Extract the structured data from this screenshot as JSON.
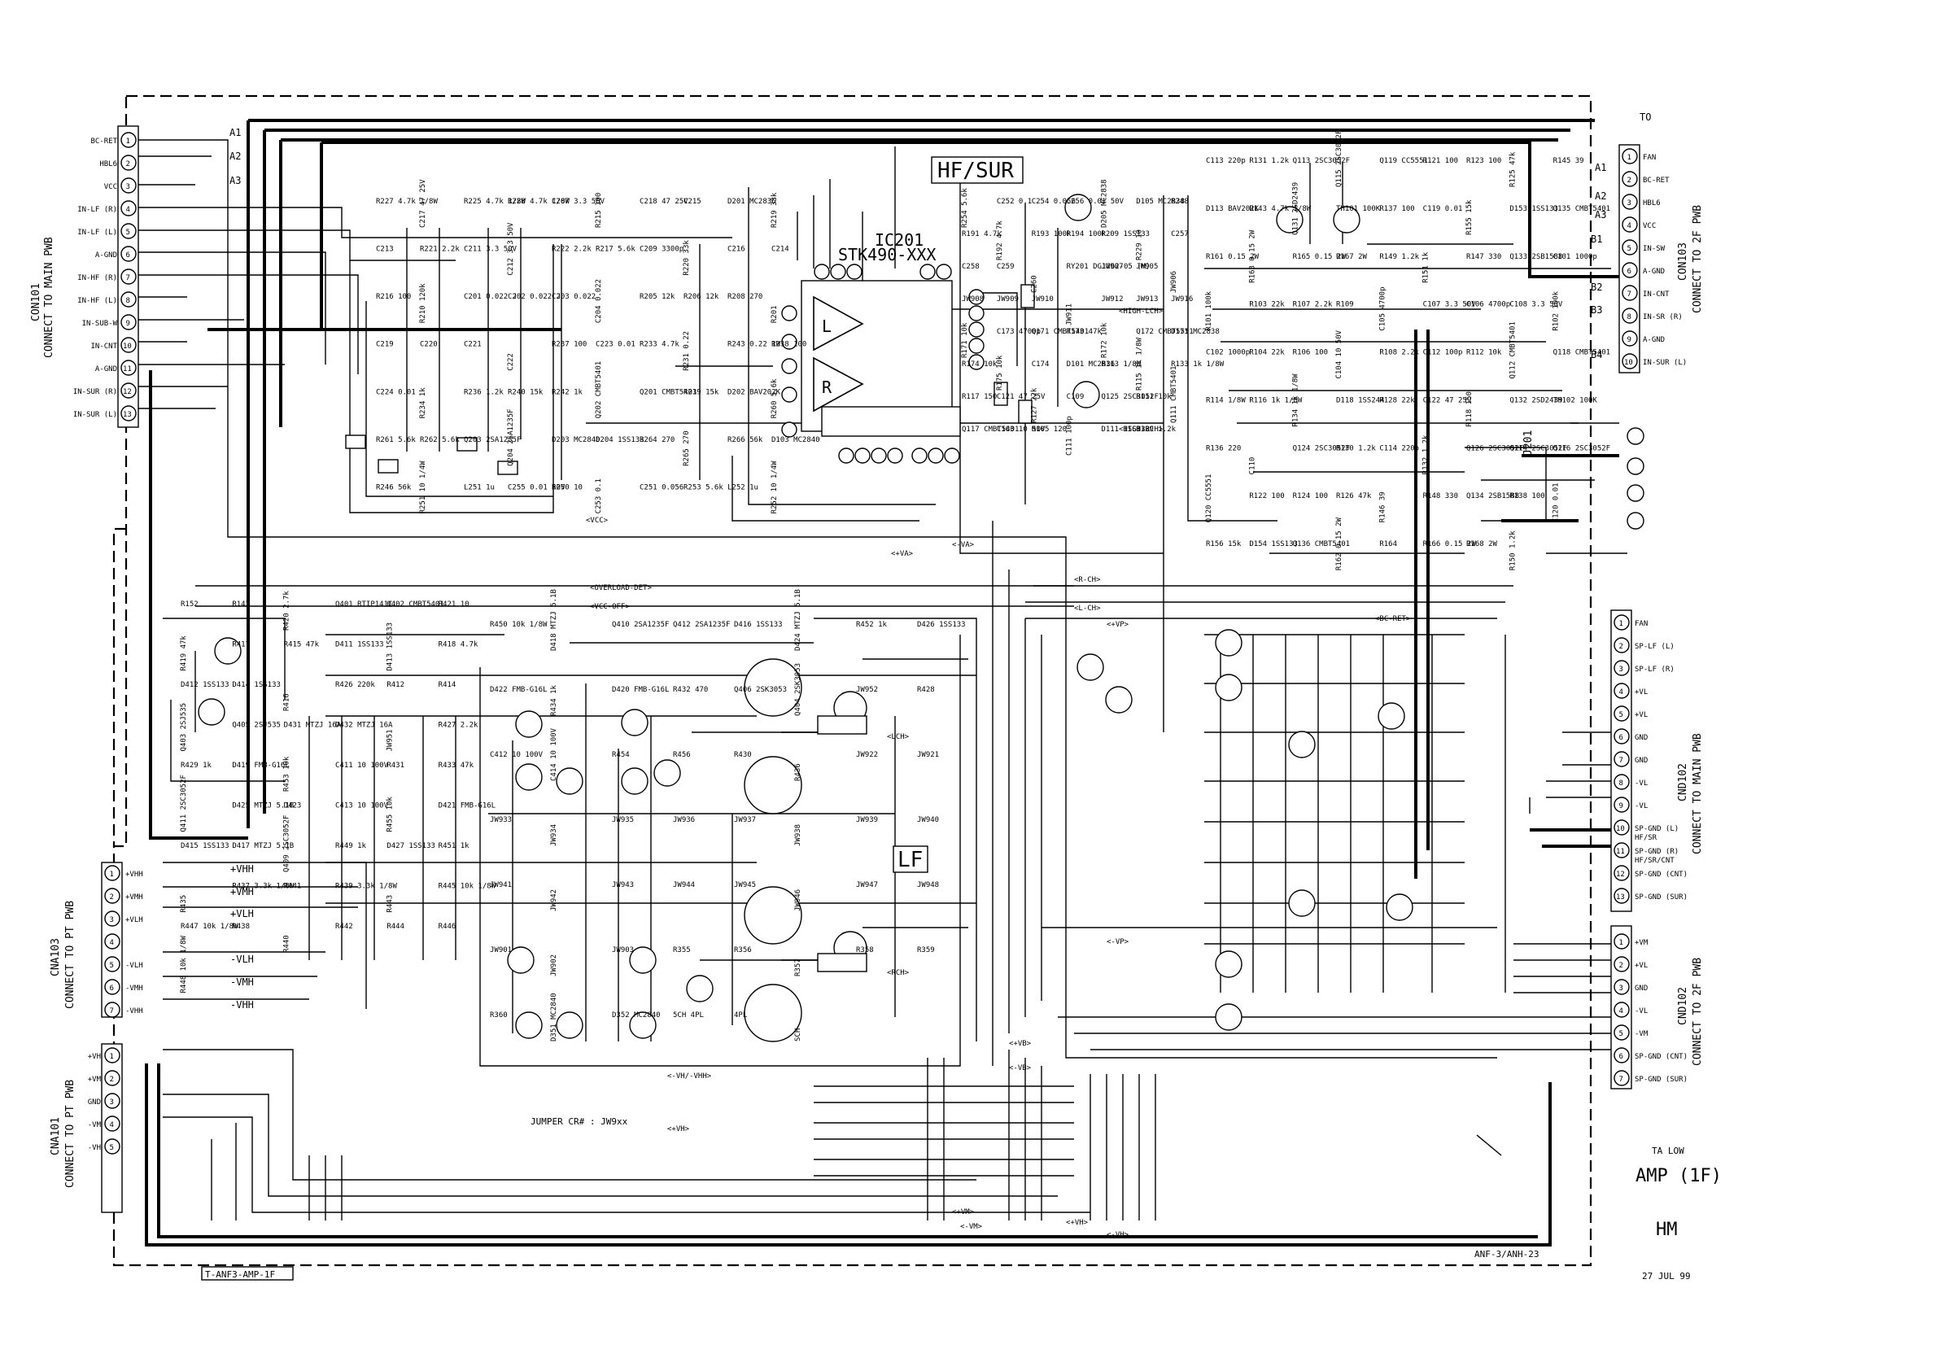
{
  "connectors": {
    "cnd101": {
      "title": "CON101",
      "subtitle": "CONNECT TO MAIN PWB",
      "pins": [
        "BC-RET",
        "HBL6",
        "VCC",
        "IN-LF (R)",
        "IN-LF (L)",
        "A-GND",
        "IN-HF (R)",
        "IN-HF (L)",
        "IN-SUB-W",
        "IN-CNT",
        "A-GND",
        "IN-SUR (R)",
        "IN-SUR (L)"
      ]
    },
    "cnd103_top": {
      "title": "CON103",
      "subtitle": "CONNECT TO 2F PWB",
      "pins": [
        "FAN",
        "BC-RET",
        "HBL6",
        "VCC",
        "IN-SW",
        "A-GND",
        "IN-CNT",
        "IN-SR (R)",
        "A-GND",
        "IN-SUR (L)"
      ]
    },
    "cnd102_mid": {
      "title": "CND102",
      "subtitle": "CONNECT TO MAIN PWB",
      "pins": [
        "FAN",
        "SP-LF (L)",
        "SP-LF (R)",
        "+VL",
        "+VL",
        "GND",
        "GND",
        "-VL",
        "-VL",
        "SP-GND (L)\nHF/SR",
        "SP-GND (R)\nHF/SR/CNT",
        "SP-GND (CNT)",
        "SP-GND (SUR)"
      ]
    },
    "cnd102_low": {
      "title": "CND102",
      "subtitle": "CONNECT TO 2F PWB",
      "pins": [
        "+VM",
        "+VL",
        "GND",
        "-VL",
        "-VM",
        "SP-GND (CNT)",
        "SP-GND (SUR)"
      ]
    },
    "cna103": {
      "title": "CNA103",
      "subtitle": "CONNECT TO PT PWB",
      "pins": [
        "+VHH",
        "+VMH",
        "+VLH",
        "",
        "-VLH",
        "-VMH",
        "-VHH"
      ]
    },
    "cna101": {
      "title": "CNA101",
      "subtitle": "CONNECT TO PT PWB",
      "pins": [
        "+VH",
        "+VM",
        "GND",
        "-VM",
        "-VH"
      ]
    }
  },
  "blocks": {
    "hf_sur": "HF/SUR",
    "lf": "LF",
    "ic201": "IC201",
    "ic201_part": "STK490-XXX",
    "j201": "J201",
    "jumper_note": "JUMPER CR#  :  JW9xx",
    "footer_id": "T-ANF3-AMP-1F",
    "to_label": "TO"
  },
  "rails": {
    "top_net_labels": [
      "A1",
      "A2",
      "A3",
      "A1",
      "A2",
      "A3",
      "B1",
      "B2",
      "B3",
      "B4"
    ],
    "pt_labels": [
      "+VHH",
      "+VMH",
      "+VLH",
      "-VLH",
      "-VMH",
      "-VHH"
    ],
    "bus_labels": [
      "<VCC>",
      "<OVERLOAD-DET>",
      "<VCC-OFF>",
      "<R-CH>",
      "<L-CH>",
      "<BC-RET>",
      "<HIGH-LCH>",
      "<HIGH-RCH>",
      "<+VA>",
      "<-VA>",
      "<+VB>",
      "<-VB>",
      "<+VM>",
      "<-VM>",
      "<+VH>",
      "<-VH>",
      "<-VH/-VHH>",
      "<+VH>",
      "<LCH>",
      "<RCH>",
      "<+VP>",
      "<-VP>"
    ]
  },
  "parts": [
    "R227 4.7k 1/8W",
    "C217 47 25V",
    "R225 4.7k 1/8W",
    "R228 4.7k 1/8W",
    "C207 3.3 50V",
    "R215 100",
    "C218 47 25V",
    "C215",
    "D201 MC2836",
    "R219 33k",
    "C213",
    "R221 2.2k",
    "C211 3.3 50V",
    "C212 3.3 50V",
    "R222 2.2k",
    "R217 5.6k",
    "C209 3300p",
    "R220 33k",
    "C216",
    "C214",
    "R216 100",
    "R210 120k",
    "C201 0.022 J",
    "C202 0.022 J",
    "C203 0.022",
    "C204 0.022",
    "R205 12k",
    "R206 12k",
    "R208 270",
    "R201",
    "C219",
    "C220",
    "C221",
    "C222",
    "R237 100",
    "C223 0.01",
    "R233 4.7k",
    "R231 0.22",
    "R243 0.22 1W",
    "R238 100",
    "C224 0.01",
    "R234 1k",
    "R236 1.2k",
    "R240 15k",
    "R242 1k",
    "Q202 CMBT5401",
    "Q201 CMBT5401",
    "R239 15k",
    "D202 BAV202K",
    "R260 5.6k",
    "R261 5.6k",
    "R262 5.6k",
    "Q203 2SA1235F",
    "Q204 2SA1235F",
    "D203 MC2840",
    "D204 1SS133",
    "R264 270",
    "R265 270",
    "R266 56k",
    "D103 MC2840",
    "R246 56k",
    "R251 10 1/4W",
    "L251 1u",
    "C255 0.01 50V",
    "R250 10",
    "C253 0.1",
    "C251 0.056",
    "R253 5.6k",
    "L252 1u",
    "R252 10 1/4W",
    "R254 5.6k",
    "C252 0.1",
    "C254 0.056",
    "C256 0.01 50V",
    "D205 MC2838",
    "D105 MC2838",
    "R248",
    "R191 4.7k",
    "R192 4.7k",
    "R193 100k",
    "R194 100k",
    "R209 1SS133",
    "R229 10",
    "C257",
    "C258",
    "C259",
    "C260",
    "RY201 DG1262-05 (M)",
    "JW907",
    "JW905",
    "JW906",
    "JW908",
    "JW909",
    "JW910",
    "JW911",
    "JW912",
    "JW913",
    "JW916",
    "R171 10k",
    "C173 4700p",
    "Q171 CMBT5401",
    "R173 47k",
    "R172 10k",
    "Q172 CMBT5551",
    "D171 MC2838",
    "R174 10k",
    "R175 10k",
    "C174",
    "D101 MC2836",
    "R113 1/8W",
    "R115 1k 1/8W",
    "R133 1k 1/8W",
    "R117 150",
    "C121 47 25V",
    "R127 22k",
    "C109",
    "Q125 2SC3052F",
    "R111 10k",
    "Q111 CMBT5401",
    "Q117 CMBT5401",
    "C103 10 50V",
    "R105 120",
    "C111 100p",
    "D111 1SS133",
    "R129 1.2k",
    "C113 220p",
    "R131 1.2k",
    "Q113 2SC3052F",
    "Q115 2SC3052F",
    "Q119 CC5551",
    "R121 100",
    "R123 100",
    "R125 47k",
    "R145 39",
    "D113 BAV202K",
    "R143 4.7k 1/8W",
    "Q131 2SD2439",
    "TH101 100K",
    "R137 100",
    "C119 0.01",
    "R155 15k",
    "D153 1SS133",
    "Q135 CMBT5401",
    "R161 0.15 2W",
    "R163 0.15 2W",
    "R165 0.15 2W",
    "R167 2W",
    "R149 1.2k",
    "R151 1k",
    "R147 330",
    "Q133 2SB1588",
    "C101 1000p",
    "R101 100k",
    "R103 22k",
    "R107 2.2k",
    "R109",
    "C105 4700p",
    "C107 3.3 50V",
    "C106 4700p",
    "C108 3.3 50V",
    "R102 100k",
    "C102 1000p",
    "R104 22k",
    "R106 100",
    "C104 10 50V",
    "R108 2.2k",
    "C112 100p",
    "R112 10k",
    "Q112 CMBT5401",
    "Q118 CMBT5401",
    "R114 1/8W",
    "R116 1k 1/8W",
    "R134 1k 1/8W",
    "D118 1SS244",
    "R128 22k",
    "C122 47 25V",
    "R118 150",
    "Q132 2SD2439",
    "TH102 100K",
    "R136 220",
    "C110",
    "Q124 2SC3052F",
    "R130 1.2k",
    "C114 220p",
    "R132 1.2k",
    "Q126 2SC3052F",
    "Q114 2SC3052F",
    "Q116 2SC3052F",
    "Q120 CC5551",
    "R122 100",
    "R124 100",
    "R126 47k",
    "R146 39",
    "R148 330",
    "Q134 2SB1588",
    "R138 100",
    "C120 0.01",
    "R156 15k",
    "D154 1SS133",
    "Q136 CMBT5401",
    "R162 0.15 2W",
    "R164",
    "R166 0.15 2W",
    "R168 2W",
    "R150 1.2k",
    "R152",
    "R142",
    "R420 2.7k",
    "Q401 RTIP141C",
    "Q402 CMBT5401",
    "R421 10",
    "R419 47k",
    "R417",
    "R415 47k",
    "D411 1SS133",
    "D413 1SS133",
    "R418 4.7k",
    "D412 1SS133",
    "D414 1SS133",
    "R416",
    "R426 220k",
    "R412",
    "R414",
    "Q403 2SJ535",
    "Q405 2SJ535",
    "D431 MTZJ 16A",
    "D432 MTZJ 16A",
    "JW951",
    "R427 2.2k",
    "R429 1k",
    "D419 FMB-G16L",
    "R453 10k",
    "C411 10 100V",
    "R431",
    "R433 47k",
    "Q411 2SC3052F",
    "D425 MTZJ 5.1B",
    "D423",
    "C413 10 100V",
    "R455 10k",
    "D421 FMB-G16L",
    "D415 1SS133",
    "D417 MTZJ 5.1B",
    "Q409 2SC3052F",
    "R449 1k",
    "D427 1SS133",
    "R451 1k",
    "R435",
    "R437 3.3k 1/8W",
    "R441",
    "R439 3.3k 1/8W",
    "R443",
    "R445 10k 1/8W",
    "R447 10k 1/8W",
    "R438",
    "R440",
    "R442",
    "R444",
    "R446",
    "R448 10k 1/8W",
    "R450 10k 1/8W",
    "D418 MTZJ 5.1B",
    "Q410 2SA1235F",
    "Q412 2SA1235F",
    "D416 1SS133",
    "D424 MTZJ 5.1B",
    "R452 1k",
    "D426 1SS133",
    "D422 FMB-G16L",
    "R434 1k",
    "D420 FMB-G16L",
    "R432 470",
    "Q406 2SK3053",
    "Q404 2SK3053",
    "JW952",
    "R428",
    "C412 10 100V",
    "C414 10 100V",
    "R454",
    "R456",
    "R430",
    "R436",
    "JW922",
    "JW921",
    "JW933",
    "JW934",
    "JW935",
    "JW936",
    "JW937",
    "JW938",
    "JW939",
    "JW940",
    "JW941",
    "JW942",
    "JW943",
    "JW944",
    "JW945",
    "JW946",
    "JW947",
    "JW948",
    "JW901",
    "JW902",
    "JW903",
    "R355",
    "R356",
    "R357",
    "R358",
    "R359",
    "R360",
    "D351 MC2840",
    "D352 MC2840",
    "5CH 4PL",
    "4PL",
    "SCH"
  ],
  "title_block": {
    "ta_low": "TA LOW",
    "sheet_title": "AMP (1F)",
    "initials": "HM",
    "model": "ANF-3/ANH-23",
    "date": "27  JUL  99"
  }
}
